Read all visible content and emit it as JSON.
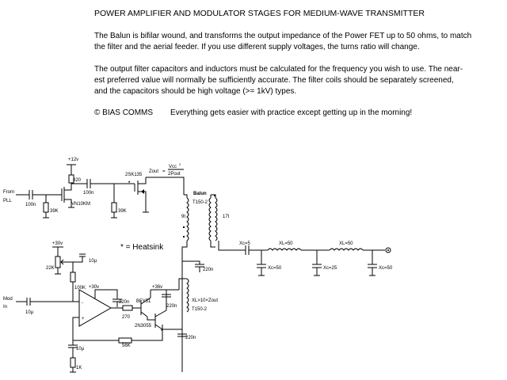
{
  "header": {
    "title": "POWER AMPLIFIER AND MODULATOR STAGES FOR MEDIUM-WAVE TRANSMITTER",
    "paragraph1": [
      "The Balun is bifilar wound, and  transforms the output impedance of the Power FET up to 50 ohms, to match",
      "the filter and the aerial feeder.  If you use different supply voltages, the turns ratio will change."
    ],
    "paragraph2": [
      "The output filter capacitors and inductors must be calculated for the frequency you wish to use.  The near-",
      "est preferred value will normally be sufficiently accurate.  The filter coils should be separately screened,",
      "and the capacitors should be high voltage (>= 1kV) types."
    ],
    "copyright": "© BIAS COMMS",
    "motto": "Everything gets easier with practice except getting up in the morning!"
  },
  "schematic": {
    "driver": {
      "input_label_1": "From",
      "input_label_2": "PLL",
      "c_in": "100n",
      "supply": "+12v",
      "r_drain": "820",
      "transistor": "VN10KM",
      "r_gate": "39K",
      "c_couple": "100n"
    },
    "pa": {
      "fet": "2SK135",
      "r_gate": "39K",
      "zout_lhs": "Zout",
      "zout_eq": "=",
      "zout_num": "Vcc",
      "zout_num_sup": "2",
      "zout_den": "2Pout",
      "heatsink_star": "*"
    },
    "balun": {
      "name": "Balun",
      "core": "T150-2",
      "turns_primary": "9t",
      "turns_secondary": "17t"
    },
    "heatsink_note": "* = Heatsink",
    "modulator": {
      "supply_30v_left": "+30v",
      "pot": "22K",
      "c_decouple_1": "10µ",
      "r_bias": "100K",
      "supply_30v_opamp": "+30v",
      "c_decouple_2": "220n",
      "input_label_1": "Mod",
      "input_label_2": "In",
      "c_in": "10µ",
      "r_base": "270",
      "driver_transistor": "BFY51",
      "pass_transistor": "2N3055",
      "heatsink_star": "*",
      "r_feedback": "56K",
      "c_feedback": "10µ",
      "r_ground": "1K",
      "supply_36v": "+36v",
      "c_36v": "220n",
      "c_bypass": "220n",
      "c_output": "220n",
      "choke_1": "XL>10×Zout",
      "choke_2": "T150-2"
    },
    "output_filter": {
      "c_series": "Xc=5",
      "l1": "XL=50",
      "l2": "XL=50",
      "c_shunt_1": "Xc=50",
      "c_shunt_2": "Xc=25",
      "c_shunt_3": "Xc=50"
    }
  }
}
